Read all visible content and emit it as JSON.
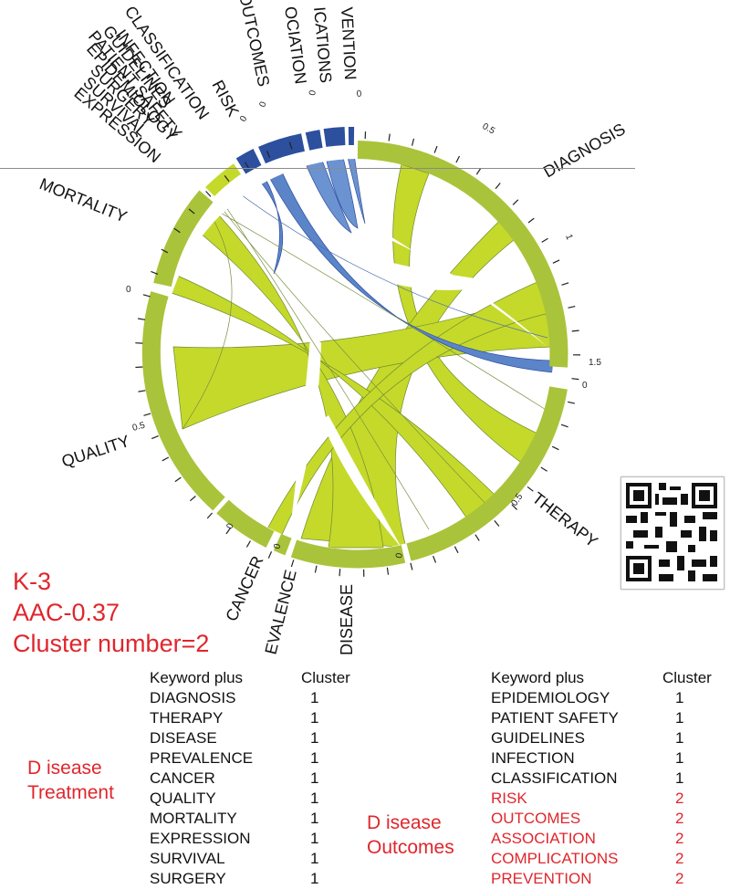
{
  "chord": {
    "labels": {
      "diagnosis": "DIAGNOSIS",
      "therapy": "THERAPY",
      "disease": "DISEASE",
      "prevalence": "EVALENCE",
      "cancer": "CANCER",
      "quality": "QUALITY",
      "mortality": "MORTALITY",
      "expression": "EXPRESSION",
      "survival": "SURVIVAL",
      "surgery": "SURGERY",
      "epidemiology": "EPIDEMIOLOGY",
      "patient_safety": "PATIENT SAFETY",
      "guidelines": "GUIDELINES",
      "infection": "INFECTION",
      "classification": "CLASSIFICATION",
      "risk": "RISK",
      "outcomes": "OUTCOMES",
      "association": "OCIATION",
      "complications": "ICATIONS",
      "prevention": "VENTION"
    },
    "ticks": {
      "diag_0": "0",
      "diag_05": "0.5",
      "diag_1": "1",
      "diag_15": "1.5",
      "ther_0": "0",
      "ther_05": "0.5",
      "dis_0": "0",
      "prev_0": "0",
      "canc_0": "0",
      "qual_0": "0",
      "qual_05": "0.5",
      "risk_0": "0",
      "out_0": "0",
      "prevent_0": "0"
    },
    "colors": {
      "cluster1": "#c5d92b",
      "cluster1_ring": "#a9c33b",
      "cluster2": "#3a66b8",
      "cluster2_dark": "#2c4f9e"
    }
  },
  "summary": {
    "k": "K-3",
    "aac": "AAC-0.37",
    "cluster_count": "Cluster number=2"
  },
  "table_left": {
    "header": {
      "keyword": "Keyword plus",
      "cluster": "Cluster"
    },
    "group_label": [
      "D isease",
      "Treatment"
    ],
    "rows": [
      {
        "keyword": "DIAGNOSIS",
        "cluster": "1"
      },
      {
        "keyword": "THERAPY",
        "cluster": "1"
      },
      {
        "keyword": "DISEASE",
        "cluster": "1"
      },
      {
        "keyword": "PREVALENCE",
        "cluster": "1"
      },
      {
        "keyword": "CANCER",
        "cluster": "1"
      },
      {
        "keyword": "QUALITY",
        "cluster": "1"
      },
      {
        "keyword": "MORTALITY",
        "cluster": "1"
      },
      {
        "keyword": "EXPRESSION",
        "cluster": "1"
      },
      {
        "keyword": "SURVIVAL",
        "cluster": "1"
      },
      {
        "keyword": "SURGERY",
        "cluster": "1"
      }
    ]
  },
  "table_right": {
    "header": {
      "keyword": "Keyword plus",
      "cluster": "Cluster"
    },
    "group_label": [
      "D isease",
      "Outcomes"
    ],
    "rows": [
      {
        "keyword": "EPIDEMIOLOGY",
        "cluster": "1"
      },
      {
        "keyword": "PATIENT SAFETY",
        "cluster": "1"
      },
      {
        "keyword": "GUIDELINES",
        "cluster": "1"
      },
      {
        "keyword": "INFECTION",
        "cluster": "1"
      },
      {
        "keyword": "CLASSIFICATION",
        "cluster": "1"
      },
      {
        "keyword": "RISK",
        "cluster": "2"
      },
      {
        "keyword": "OUTCOMES",
        "cluster": "2"
      },
      {
        "keyword": "ASSOCIATION",
        "cluster": "2"
      },
      {
        "keyword": "COMPLICATIONS",
        "cluster": "2"
      },
      {
        "keyword": "PREVENTION",
        "cluster": "2"
      }
    ]
  }
}
